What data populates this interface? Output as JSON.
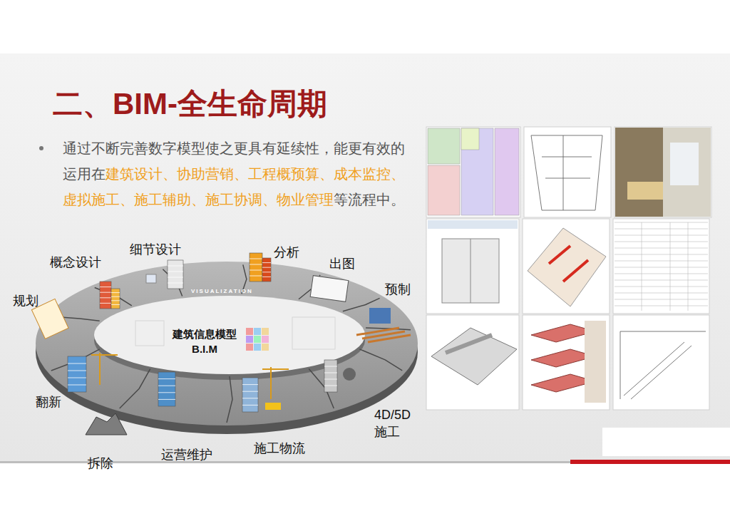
{
  "diagram": {
    "title": "二、BIM-全生命周期",
    "labels": [
      "通过不断完善数字模型使之更具有延续性，能更有效的运用在",
      "建筑设计、协助营销、工程概预算、成本监控、虚拟施工、施工辅助、施工协调、物业管理",
      "等流程中。",
      "规划",
      "概念设计",
      "细节设计",
      "分析",
      "出图",
      "预制",
      "4D/5D 施工",
      "施工物流",
      "运营维护",
      "拆除",
      "翻新",
      "VISUALIZATION",
      "建筑信息模型 B.I.M"
    ]
  }
}
